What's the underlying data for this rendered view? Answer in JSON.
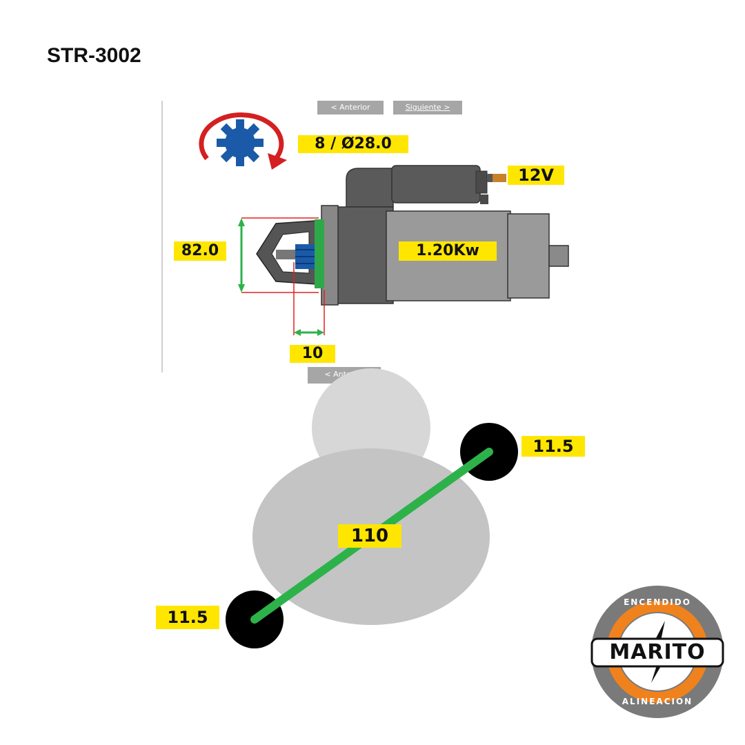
{
  "page": {
    "title": "STR-3002"
  },
  "nav_top": {
    "prev_label": "< Anterior",
    "next_label": "Siguiente >"
  },
  "nav_bottom": {
    "prev_label": "< Anterior"
  },
  "specs": {
    "pinion": "8 / Ø28.0",
    "voltage": "12V",
    "flange_diameter": "82.0",
    "power": "1.20Kw",
    "pinion_offset": "10"
  },
  "mounting": {
    "bolt_hole_left": "11.5",
    "bolt_hole_right": "11.5",
    "hole_spacing": "110"
  },
  "logo": {
    "top_text": "ENCENDIDO",
    "main_text": "MARITO",
    "bottom_text": "ALINEACION"
  },
  "colors": {
    "label_bg": "#ffe600",
    "dimension_green": "#2db24a",
    "dimension_red": "#e02020",
    "rotation_arrow": "#d42020",
    "gear_blue": "#1a5aa8",
    "logo_orange": "#f0821e"
  }
}
